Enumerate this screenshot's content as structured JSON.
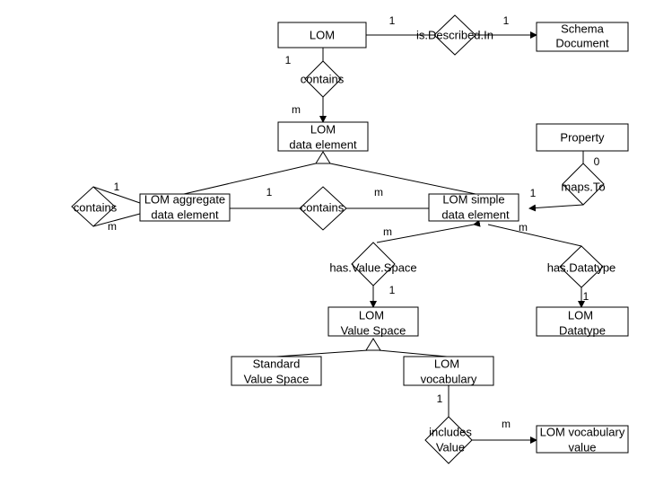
{
  "entities": {
    "lom": "LOM",
    "schema_document": [
      "Schema",
      "Document"
    ],
    "lom_data_element": [
      "LOM",
      "data element"
    ],
    "property": "Property",
    "lom_aggregate_data_element": [
      "LOM aggregate",
      "data element"
    ],
    "lom_simple_data_element": [
      "LOM simple",
      "data element"
    ],
    "lom_value_space": [
      "LOM",
      "Value Space"
    ],
    "lom_datatype": [
      "LOM",
      "Datatype"
    ],
    "standard_value_space": [
      "Standard",
      "Value Space"
    ],
    "lom_vocabulary": [
      "LOM",
      "vocabulary"
    ],
    "lom_vocabulary_value": [
      "LOM vocabulary",
      "value"
    ]
  },
  "relations": {
    "is_described_in": "is.Described.In",
    "contains_top": "contains",
    "contains_left": "contains",
    "contains_mid": "contains",
    "maps_to": "maps.To",
    "has_value_space": "has.Value.Space",
    "has_datatype": "has.Datatype",
    "includes_value": [
      "includes",
      "Value"
    ]
  },
  "cardinalities": {
    "lom_isdescribed": "1",
    "isdescribed_schema": "1",
    "lom_contains": "1",
    "contains_dataelement": "m",
    "property_mapsto": "0",
    "mapsto_simple": "1",
    "left_contains_1": "1",
    "left_contains_m": "m",
    "mid_contains_1": "1",
    "mid_contains_m": "m",
    "simple_hasvaluespace": "m",
    "simple_hasdatatype": "m",
    "hasvaluespace_valuespace": "1",
    "hasdatatype_datatype": "1",
    "vocab_includes": "1",
    "includes_vocabvalue": "m"
  }
}
